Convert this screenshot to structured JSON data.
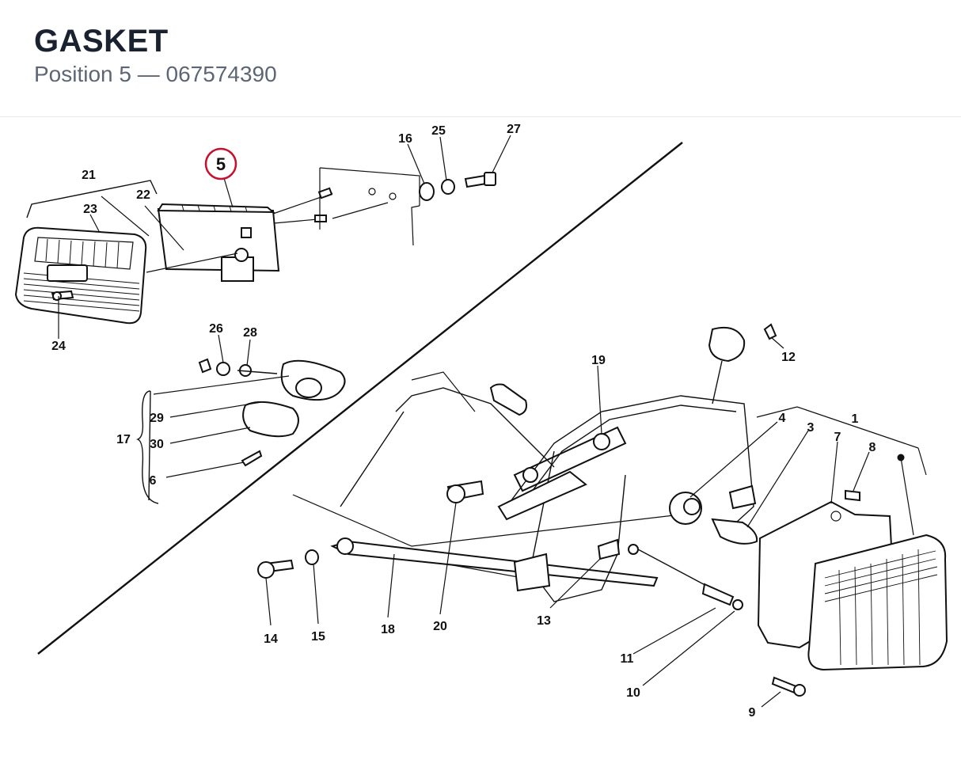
{
  "header": {
    "title": "GASKET",
    "subtitle": "Position 5 — 067574390"
  },
  "diagram": {
    "highlight": {
      "label": "5",
      "color": "#c8102e"
    },
    "callouts": [
      "1",
      "3",
      "4",
      "6",
      "7",
      "8",
      "9",
      "10",
      "11",
      "12",
      "13",
      "14",
      "15",
      "16",
      "17",
      "18",
      "19",
      "20",
      "21",
      "22",
      "23",
      "24",
      "25",
      "26",
      "27",
      "28",
      "29",
      "30"
    ]
  }
}
